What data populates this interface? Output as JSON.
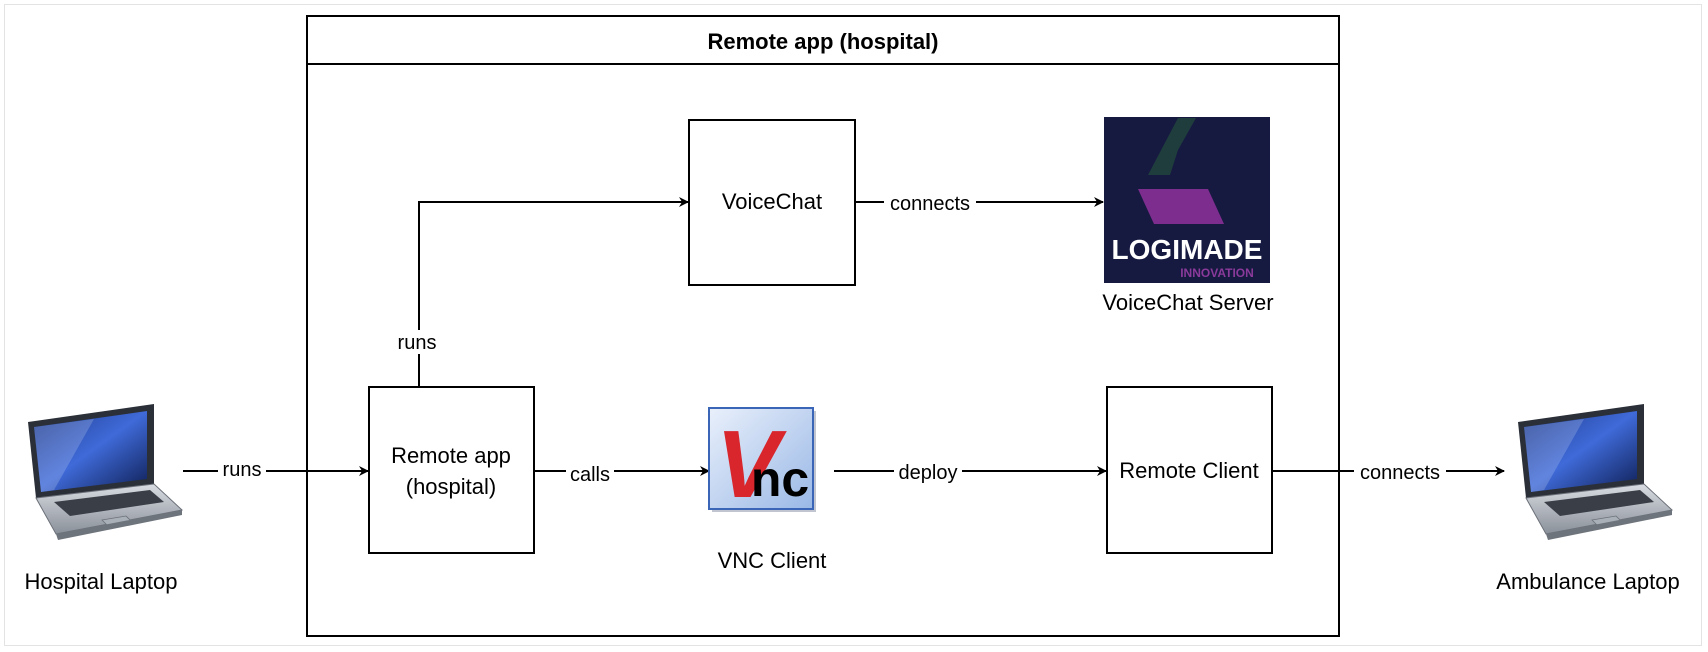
{
  "container": {
    "title": "Remote app (hospital)"
  },
  "nodes": {
    "hospital_laptop": {
      "label": "Hospital Laptop"
    },
    "ambulance_laptop": {
      "label": "Ambulance Laptop"
    },
    "remote_app": {
      "label_line1": "Remote app",
      "label_line2": "(hospital)"
    },
    "voicechat": {
      "label": "VoiceChat"
    },
    "voicechat_server": {
      "label": "VoiceChat Server",
      "logo_text": "LOGIMADE",
      "logo_subtext": "INNOVATION"
    },
    "vnc_client": {
      "label": "VNC Client",
      "logo_letters_v": "V",
      "logo_letters_nc": "nc"
    },
    "remote_client": {
      "label": "Remote Client"
    }
  },
  "edges": {
    "laptop_runs": "runs",
    "app_runs": "runs",
    "app_calls": "calls",
    "voice_connects": "connects",
    "vnc_deploy": "deploy",
    "client_connects": "connects"
  },
  "colors": {
    "logo_bg": "#161a40",
    "logo_green": "#1f3d3d",
    "logo_purple": "#7d2d8e",
    "logo_purple_text": "#8a3a9a",
    "vnc_red": "#d8262c",
    "vnc_blue": "#5b8fd6"
  }
}
